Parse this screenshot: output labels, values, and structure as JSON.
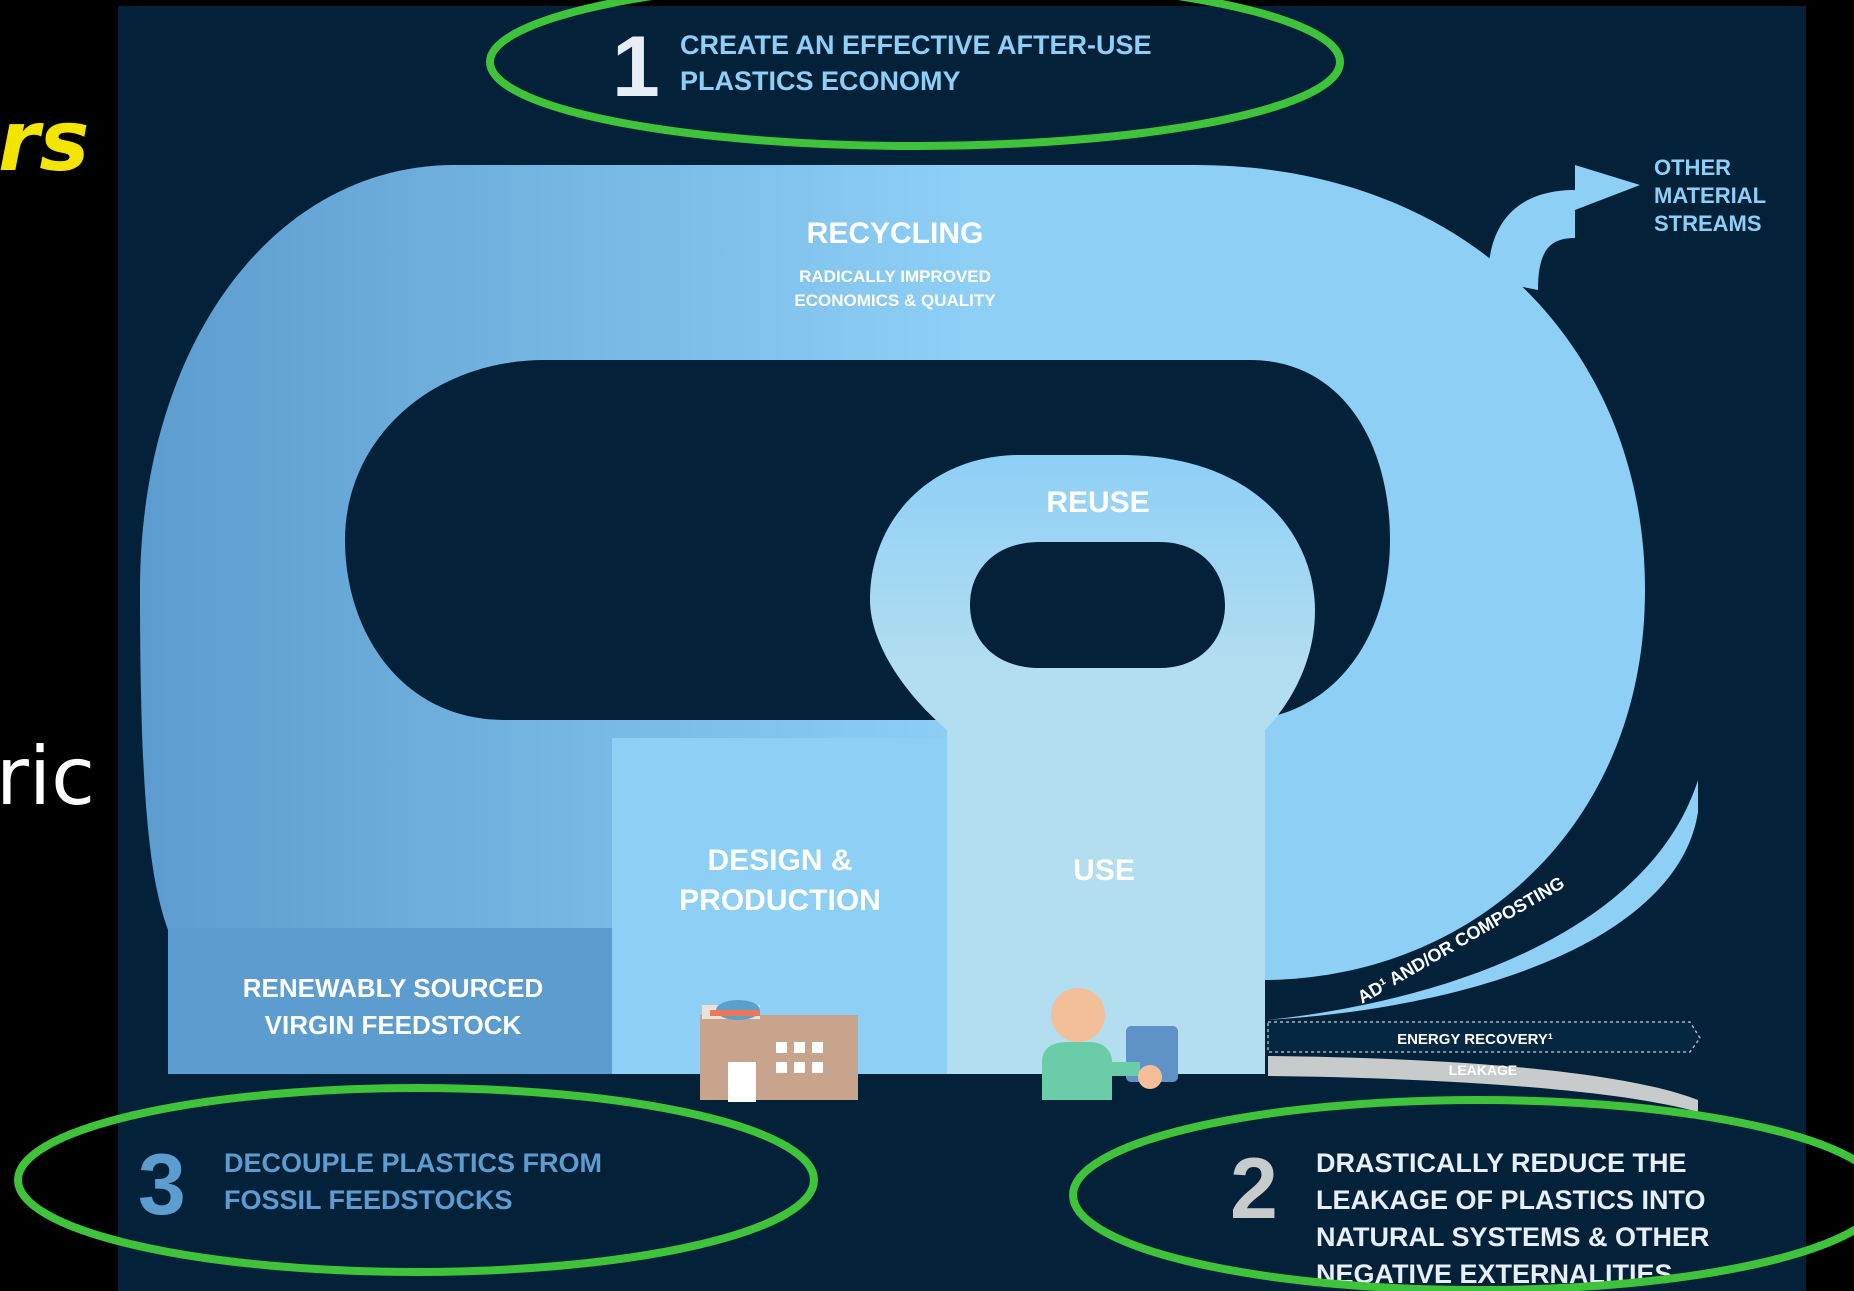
{
  "slide_fragments": {
    "top": "rs",
    "middle": "ric"
  },
  "diagram": {
    "step1": {
      "number": "1",
      "line1": "CREATE AN EFFECTIVE AFTER-USE",
      "line2": "PLASTICS ECONOMY"
    },
    "step2": {
      "number": "2",
      "line1": "DRASTICALLY REDUCE THE",
      "line2": "LEAKAGE OF PLASTICS INTO",
      "line3": "NATURAL SYSTEMS & OTHER",
      "line4": "NEGATIVE EXTERNALITIES"
    },
    "step3": {
      "number": "3",
      "line1": "DECOUPLE PLASTICS FROM",
      "line2": "FOSSIL FEEDSTOCKS"
    },
    "recycling": {
      "title": "RECYCLING",
      "sub1": "RADICALLY IMPROVED",
      "sub2": "ECONOMICS & QUALITY"
    },
    "reuse": "REUSE",
    "use": "USE",
    "design": {
      "line1": "DESIGN &",
      "line2": "PRODUCTION"
    },
    "renewable": {
      "line1": "RENEWABLY SOURCED",
      "line2": "VIRGIN FEEDSTOCK"
    },
    "other_streams": {
      "line1": "OTHER",
      "line2": "MATERIAL",
      "line3": "STREAMS"
    },
    "ad_composting": "AD¹ AND/OR COMPOSTING",
    "energy_recovery": "ENERGY RECOVERY¹",
    "leakage": "LEAKAGE"
  },
  "colors": {
    "background": "#000000",
    "panel": "#04213a",
    "loop_light": "#8ecff6",
    "loop_mid": "#5c9ccf",
    "use_block": "#b3def0",
    "highlight_ellipse": "#3ec33a",
    "slide_accent": "#f2e600"
  }
}
